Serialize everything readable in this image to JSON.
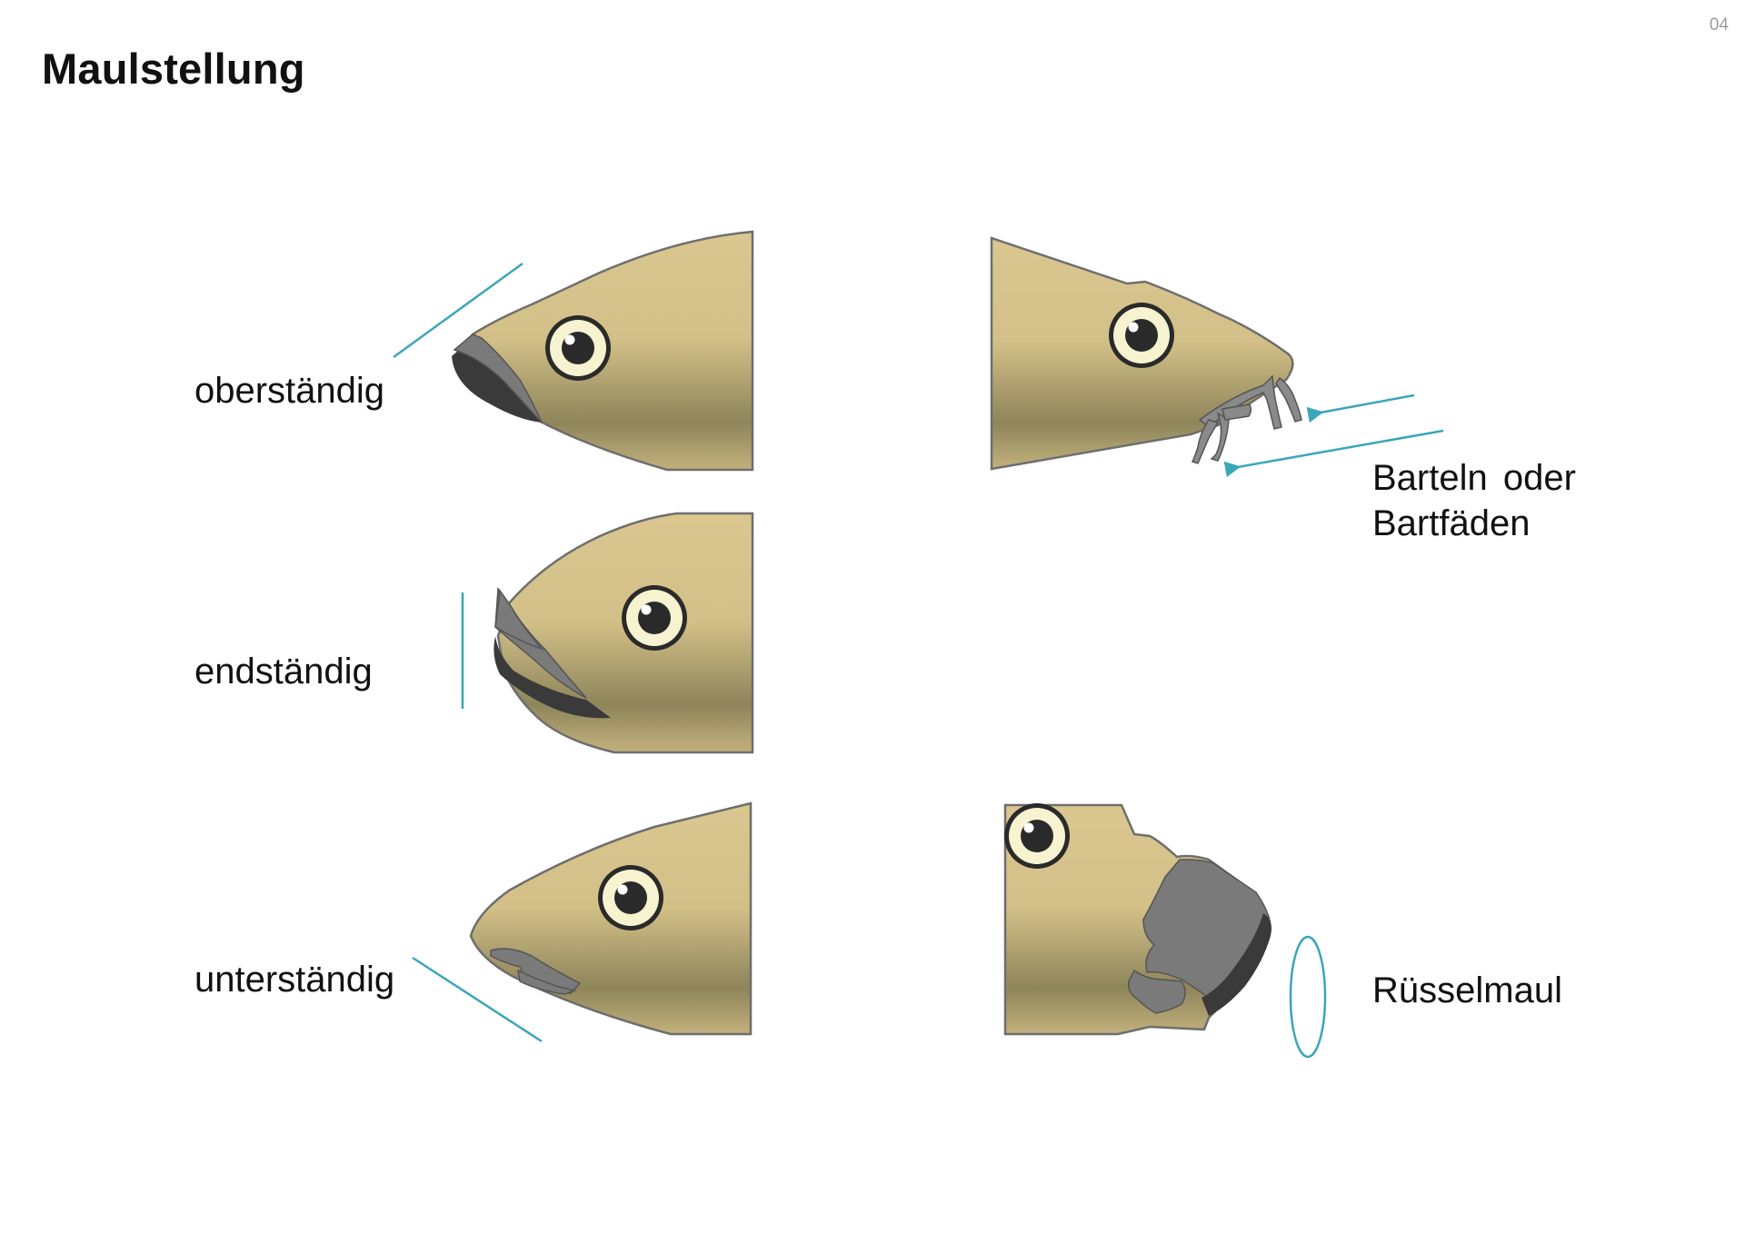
{
  "page": {
    "title": "Maulstellung",
    "page_number": "04"
  },
  "labels": {
    "oberstaendig": "oberständig",
    "endstaendig": "endständig",
    "unterstaendig": "unterständig",
    "barteln": "Barteln oder Bartfäden",
    "ruesselmaul": "Rüsselmaul"
  },
  "colors": {
    "skin_light": "#d9c68e",
    "skin_dark": "#8f865a",
    "mouth_grey": "#7a7a7a",
    "mouth_dark": "#3a3a3a",
    "guide_accent": "#3aa6b9",
    "eye_ring": "#f7f2cf"
  },
  "icons": {
    "guide_arrow": "arrow-left-icon"
  }
}
